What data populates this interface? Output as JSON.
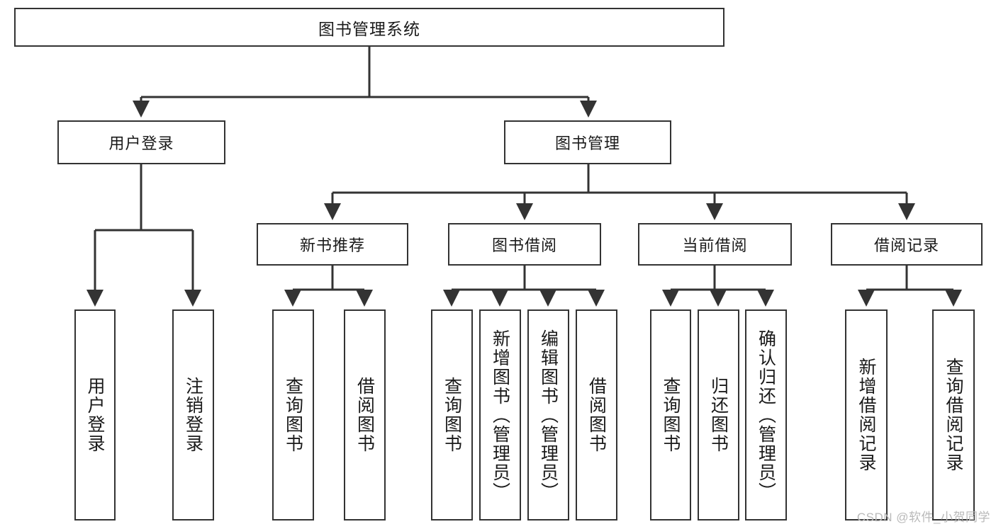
{
  "diagram": {
    "title": "图书管理系统",
    "type": "hierarchy-tree",
    "levels": [
      {
        "level": 1,
        "nodes": [
          {
            "id": "root",
            "label": "图书管理系统",
            "orientation": "horizontal"
          }
        ]
      },
      {
        "level": 2,
        "nodes": [
          {
            "id": "user-login",
            "label": "用户登录",
            "orientation": "horizontal"
          },
          {
            "id": "book-manage",
            "label": "图书管理",
            "orientation": "horizontal"
          }
        ]
      },
      {
        "level": 3,
        "nodes": [
          {
            "id": "new-book-recommend",
            "label": "新书推荐",
            "orientation": "horizontal"
          },
          {
            "id": "book-borrow",
            "label": "图书借阅",
            "orientation": "horizontal"
          },
          {
            "id": "current-borrow",
            "label": "当前借阅",
            "orientation": "horizontal"
          },
          {
            "id": "borrow-record",
            "label": "借阅记录",
            "orientation": "horizontal"
          }
        ]
      },
      {
        "level": 4,
        "nodes": [
          {
            "id": "leaf-user-login",
            "label": "用户登录",
            "orientation": "vertical",
            "parent": "user-login"
          },
          {
            "id": "leaf-user-logout",
            "label": "注销登录",
            "orientation": "vertical",
            "parent": "user-login"
          },
          {
            "id": "leaf-query-book-1",
            "label": "查询图书",
            "orientation": "vertical",
            "parent": "new-book-recommend"
          },
          {
            "id": "leaf-borrow-book-1",
            "label": "借阅图书",
            "orientation": "vertical",
            "parent": "new-book-recommend"
          },
          {
            "id": "leaf-query-book-2",
            "label": "查询图书",
            "orientation": "vertical",
            "parent": "book-borrow"
          },
          {
            "id": "leaf-add-book",
            "label": "新增图书（管理员）",
            "orientation": "vertical",
            "parent": "book-borrow"
          },
          {
            "id": "leaf-edit-book",
            "label": "编辑图书（管理员）",
            "orientation": "vertical",
            "parent": "book-borrow"
          },
          {
            "id": "leaf-borrow-book-2",
            "label": "借阅图书",
            "orientation": "vertical",
            "parent": "book-borrow"
          },
          {
            "id": "leaf-query-book-3",
            "label": "查询图书",
            "orientation": "vertical",
            "parent": "current-borrow"
          },
          {
            "id": "leaf-return-book",
            "label": "归还图书",
            "orientation": "vertical",
            "parent": "current-borrow"
          },
          {
            "id": "leaf-confirm-return",
            "label": "确认归还（管理员）",
            "orientation": "vertical",
            "parent": "current-borrow"
          },
          {
            "id": "leaf-add-record",
            "label": "新增借阅记录",
            "orientation": "vertical",
            "parent": "borrow-record"
          },
          {
            "id": "leaf-query-record",
            "label": "查询借阅记录",
            "orientation": "vertical",
            "parent": "borrow-record"
          }
        ]
      }
    ],
    "colors": {
      "box_border": "#333333",
      "box_fill": "#ffffff",
      "edge": "#333333",
      "text": "#1a1a1a",
      "watermark": "#b9b9b9"
    }
  },
  "watermark": {
    "text": "CSDN @软件_小贺同学"
  }
}
